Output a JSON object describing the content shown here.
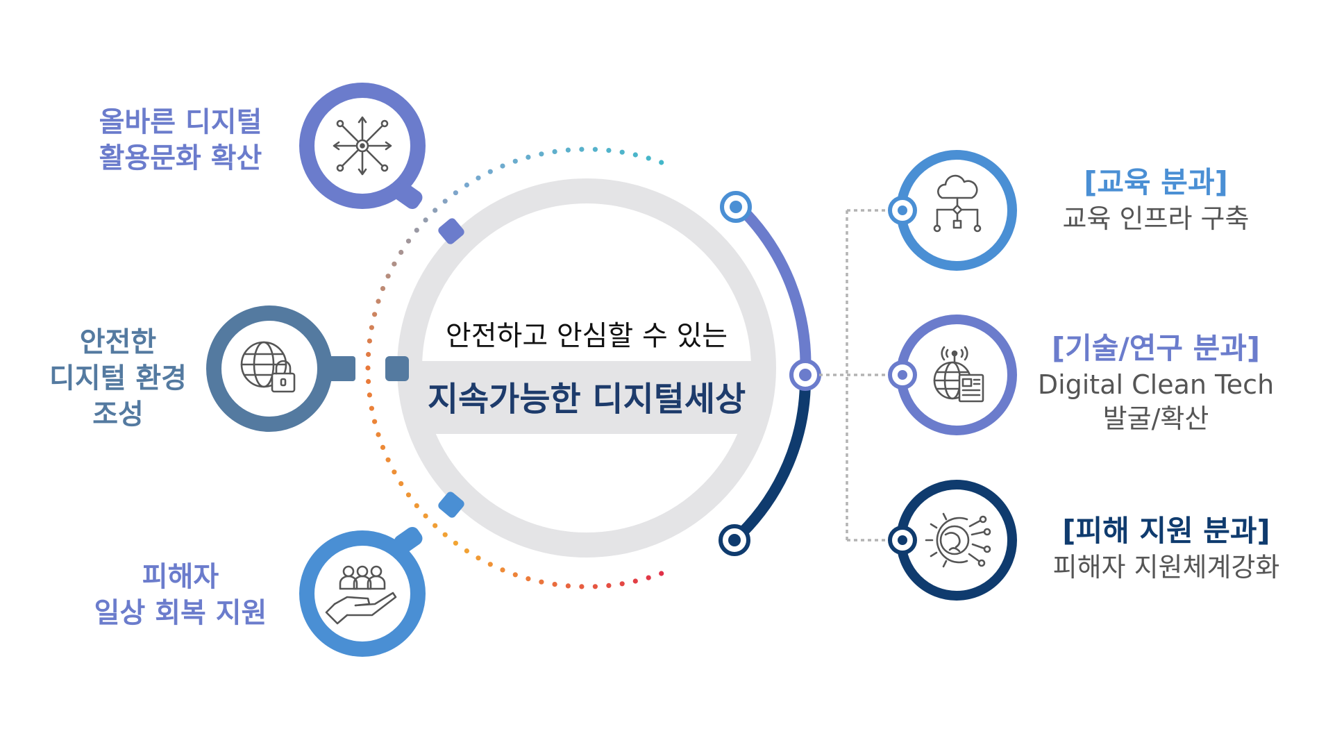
{
  "colors": {
    "violet": "#6b7ccc",
    "slate": "#547aa0",
    "sky": "#4a8fd4",
    "navy": "#0f3b6e",
    "center_ring": "#e4e4e6",
    "connector": "#b3b3b3"
  },
  "center": {
    "subtitle": "안전하고 안심할 수 있는",
    "title": "지속가능한 디지털세상"
  },
  "left_items": [
    {
      "label_lines": [
        "올바른 디지털",
        "활용문화 확산"
      ],
      "icon": "network-arrows-icon",
      "color": "#6b7ccc"
    },
    {
      "label_lines": [
        "안전한",
        "디지털 환경",
        "조성"
      ],
      "icon": "globe-lock-icon",
      "color": "#547aa0"
    },
    {
      "label_lines": [
        "피해자",
        "일상 회복 지원"
      ],
      "icon": "hand-people-icon",
      "color": "#4a8fd4"
    }
  ],
  "right_items": [
    {
      "title": "[교육 분과]",
      "desc_lines": [
        "교육 인프라 구축"
      ],
      "icon": "cloud-network-icon",
      "color": "#4a8fd4"
    },
    {
      "title": "[기술/연구 분과]",
      "desc_lines": [
        "Digital Clean Tech",
        "발굴/확산"
      ],
      "icon": "globe-news-icon",
      "color": "#6b7ccc"
    },
    {
      "title": "[피해 지원 분과]",
      "desc_lines": [
        "피해자 지원체계강화"
      ],
      "icon": "gear-globe-icon",
      "color": "#0f3b6e"
    }
  ]
}
